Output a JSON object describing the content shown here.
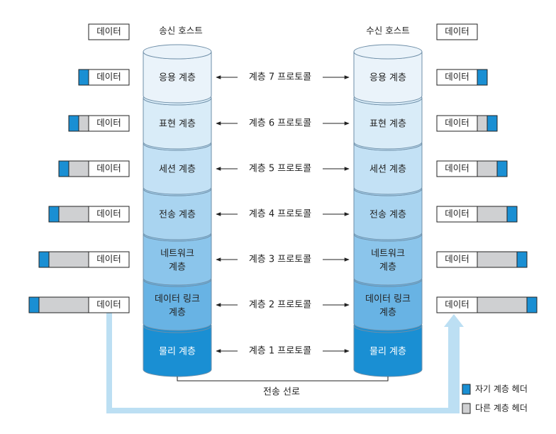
{
  "colors": {
    "own_header": "#1a8fd3",
    "other_header": "#cfd0d2",
    "cyl_tints": [
      "#eaf3fa",
      "#d9ecf8",
      "#c3e1f5",
      "#a9d4f0",
      "#8bc5eb",
      "#68b3e4",
      "#1a8fd3"
    ],
    "cyl_edge": "#6f8fa8",
    "flow_arrow": "#bcdff3",
    "line": "#222222"
  },
  "hosts": {
    "sender": "송신 호스트",
    "receiver": "수신 호스트"
  },
  "data_label": "데이터",
  "layers": [
    {
      "name_lines": [
        "응용 계층"
      ],
      "protocol": "계층 7 프로토콜"
    },
    {
      "name_lines": [
        "표현 계층"
      ],
      "protocol": "계층 6 프로토콜"
    },
    {
      "name_lines": [
        "세션 계층"
      ],
      "protocol": "계층 5 프로토콜"
    },
    {
      "name_lines": [
        "전송 계층"
      ],
      "protocol": "계층 4 프로토콜"
    },
    {
      "name_lines": [
        "네트워크",
        "계층"
      ],
      "protocol": "계층 3 프로토콜"
    },
    {
      "name_lines": [
        "데이터 링크",
        "계층"
      ],
      "protocol": "계층 2 프로토콜"
    },
    {
      "name_lines": [
        "물리 계층"
      ],
      "protocol": "계층 1 프로토콜"
    }
  ],
  "transmission_line": "전송 선로",
  "legend": {
    "own": "자기 계층 헤더",
    "other": "다른 계층 헤더"
  }
}
